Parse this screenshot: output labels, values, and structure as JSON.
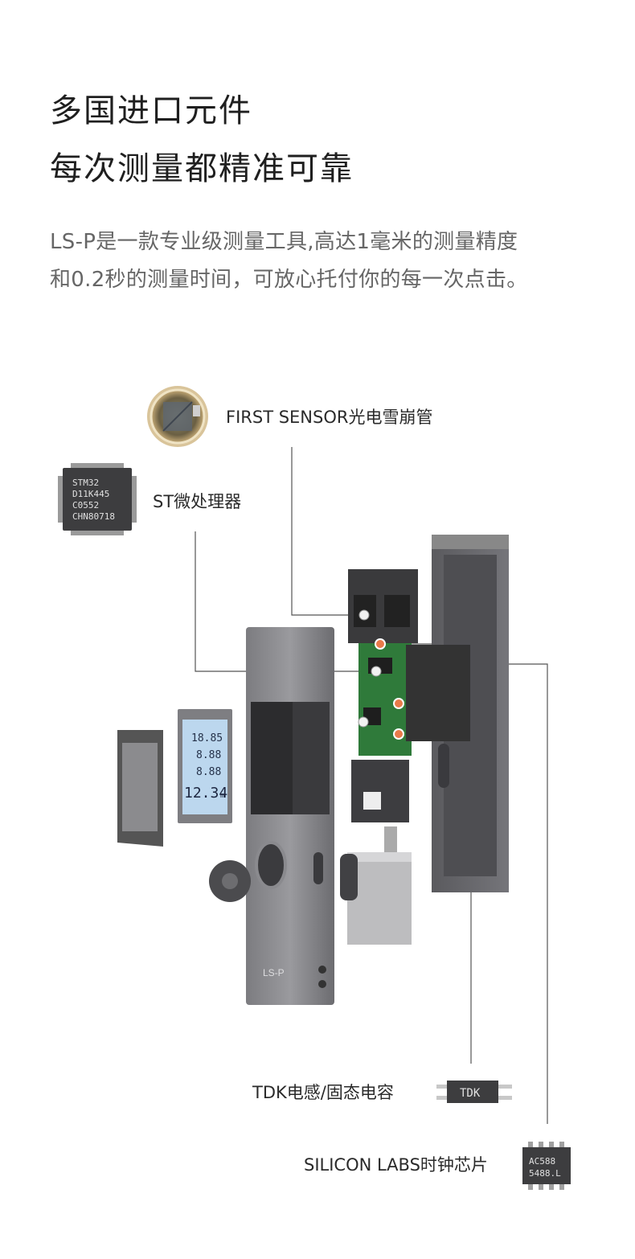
{
  "heading": {
    "line1": "多国进口元件",
    "line2": "每次测量都精准可靠"
  },
  "intro": {
    "line1": "LS-P是一款专业级测量工具,高达1毫米的测量精度",
    "line2": "和0.2秒的测量时间，可放心托付你的每一次点击。"
  },
  "components": {
    "sensor_label": "FIRST SENSOR光电雪崩管",
    "mcu_label": "ST微处理器",
    "tdk_label": "TDK电感/固态电容",
    "clock_label": "SILICON LABS时钟芯片"
  },
  "chips": {
    "mcu_lines": [
      "STM32",
      "D11K445",
      "C0552",
      "CHN80718"
    ],
    "tdk_text": "TDK",
    "clock_lines": [
      "AC588",
      "5488.L"
    ]
  },
  "device": {
    "model": "LS-P",
    "lcd_readings": [
      "18.85",
      "8.88",
      "8.88",
      "12.34"
    ],
    "lcd_unit": "m"
  },
  "colors": {
    "body_grey": "#6f6f72",
    "pcb_green": "#2f7a3a",
    "lcd_blue": "#bcd7ee",
    "line_grey": "#555555"
  }
}
